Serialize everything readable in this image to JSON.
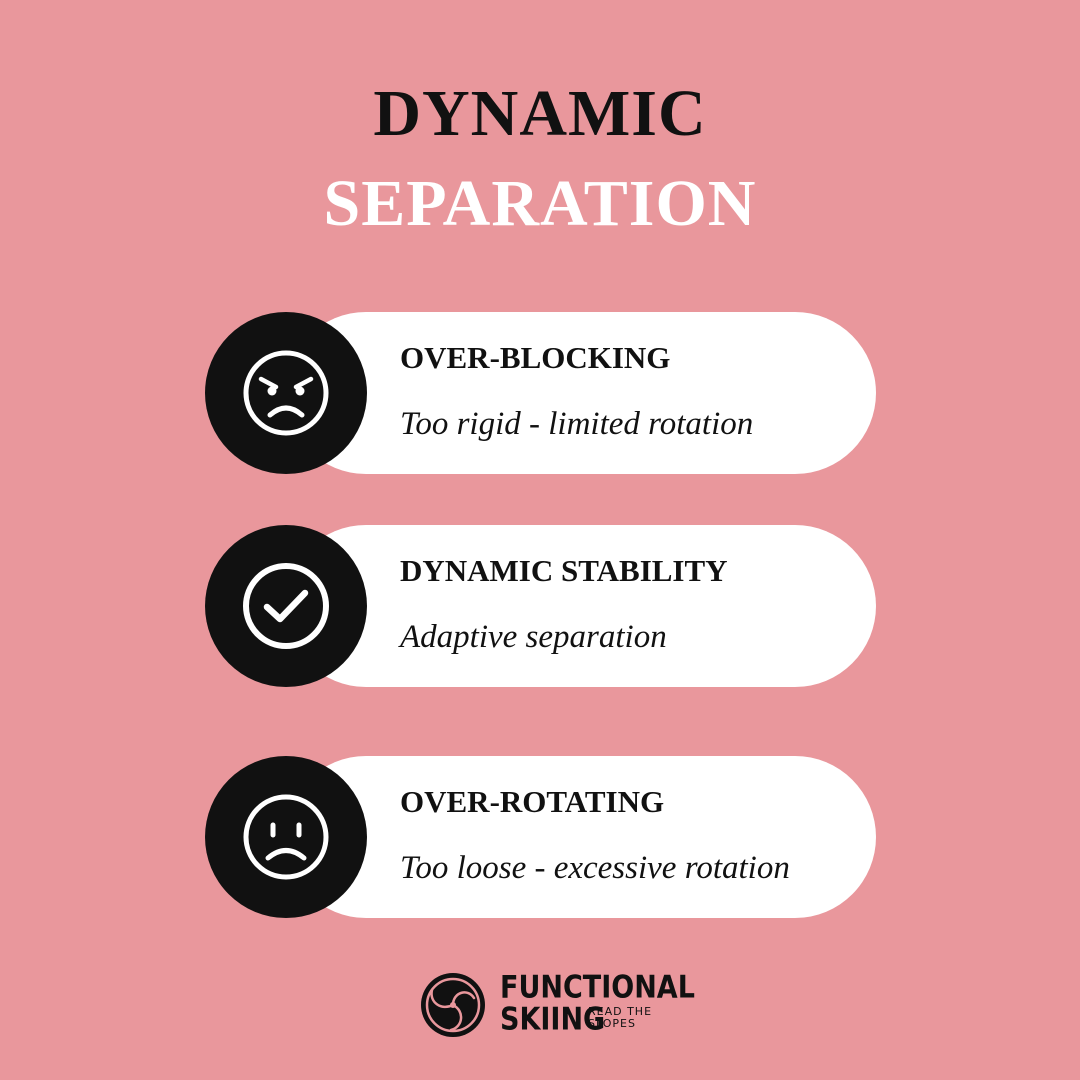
{
  "title": {
    "line1": "DYNAMIC",
    "line2": "SEPARATION"
  },
  "cards": [
    {
      "heading": "OVER-BLOCKING",
      "description": "Too rigid - limited rotation",
      "icon": "angry-face-icon"
    },
    {
      "heading": "DYNAMIC STABILITY",
      "description": "Adaptive separation",
      "icon": "check-circle-icon"
    },
    {
      "heading": "OVER-ROTATING",
      "description": "Too loose - excessive rotation",
      "icon": "sad-face-icon"
    }
  ],
  "brand": {
    "name_line1": "FUNCTIONAL",
    "name_line2": "SKIING",
    "tagline": "READ THE SLOPES"
  },
  "colors": {
    "background": "#e9979c",
    "card": "#ffffff",
    "icon_bg": "#111111"
  }
}
